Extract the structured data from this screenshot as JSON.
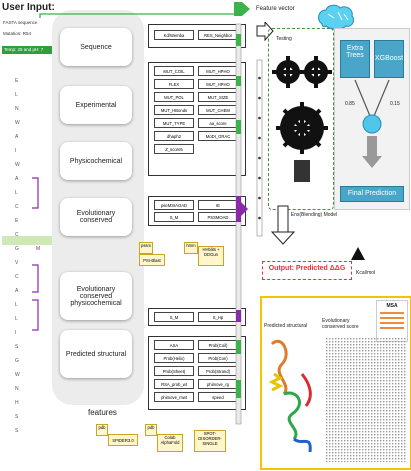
{
  "user_input": {
    "title": "User Input:",
    "lines": [
      "FASTA sequence",
      "Mutation: R54",
      "Temp: 25 and pH: 7"
    ]
  },
  "sequence_residues": [
    {
      "l": "E",
      "r": ""
    },
    {
      "l": "L",
      "r": ""
    },
    {
      "l": "N",
      "r": ""
    },
    {
      "l": "W",
      "r": ""
    },
    {
      "l": "A",
      "r": ""
    },
    {
      "l": "I",
      "r": ""
    },
    {
      "l": "W",
      "r": ""
    },
    {
      "l": "A",
      "r": ""
    },
    {
      "l": "L",
      "r": ""
    },
    {
      "l": "C",
      "r": ""
    },
    {
      "l": "E",
      "r": ""
    },
    {
      "l": "C",
      "r": ""
    },
    {
      "l": "G",
      "r": "M"
    },
    {
      "l": "V",
      "r": ""
    },
    {
      "l": "C",
      "r": ""
    },
    {
      "l": "A",
      "r": ""
    },
    {
      "l": "L",
      "r": ""
    },
    {
      "l": "L",
      "r": ""
    },
    {
      "l": "I",
      "r": ""
    },
    {
      "l": "S",
      "r": ""
    },
    {
      "l": "G",
      "r": ""
    },
    {
      "l": "W",
      "r": ""
    },
    {
      "l": "N",
      "r": ""
    },
    {
      "l": "H",
      "r": ""
    },
    {
      "l": "S",
      "r": ""
    },
    {
      "l": "S",
      "r": ""
    }
  ],
  "categories": [
    "Sequence",
    "Experimental",
    "Physicochemical",
    "Evolutionary conserved",
    "Evolutionary conserved physicochemical",
    "Predicted structural"
  ],
  "features_label": "features",
  "feature_cells": [
    [
      "Kd/Wemba",
      "RES_Neighbor"
    ],
    [
      "MUT_COIL",
      "MUT_HPHO"
    ],
    [
      "FLEX",
      "MUT_HPHO"
    ],
    [
      "MUT_POL",
      "MUT_SIZE"
    ],
    [
      "MUT_HBonds",
      "MUT_CHEM"
    ],
    [
      "MUT_TYPE",
      "aa_score"
    ],
    [
      "dhaph2",
      "MoDI_GRAC"
    ],
    [
      "Z_score5",
      ""
    ],
    [
      "pseMSIAOAD",
      "rE"
    ],
    [
      "S_M",
      "PSSMOAD"
    ],
    [
      "S_M",
      "S_Hp"
    ],
    [
      "ASA",
      "Prob(Coil)"
    ],
    [
      "Prob(Helix)",
      "Prob(Con)"
    ],
    [
      "Prob(Sheet)",
      "Prob(Strand)"
    ],
    [
      "RSA_prob_wt",
      "phimove_rg"
    ],
    [
      "phimove_mwt",
      "speed"
    ]
  ],
  "tools": [
    "PSI-Blast",
    "HHblits + DDGun",
    "SPIDER3.0",
    "Colab AlphaFold",
    "SPOT-DISORDER-SINGLE"
  ],
  "tool_tags": [
    "pssm",
    "hmm",
    "pdb",
    "pdb"
  ],
  "feature_vector_label": "Feature vector",
  "testing_label": "Testing",
  "models": [
    "Extra Trees",
    "XGBoost"
  ],
  "weights": [
    "0.85",
    "0.15"
  ],
  "final_prediction": "Final Prediction",
  "ensemble_label": "Ens(Blending) Model",
  "output_label": "Output: Predicted ΔΔG",
  "units_label": "Kcal/mol",
  "bottom": {
    "predicted_structural": "Predicted structural",
    "evolutionary_score": "Evolutionary conserved score",
    "msa": "MSA"
  },
  "colors": {
    "green": "#3bb24a",
    "purple": "#8a2aa8",
    "model_blue": "#4aa6c9",
    "output_red": "#e8303f",
    "highlight": "#f2c500"
  }
}
